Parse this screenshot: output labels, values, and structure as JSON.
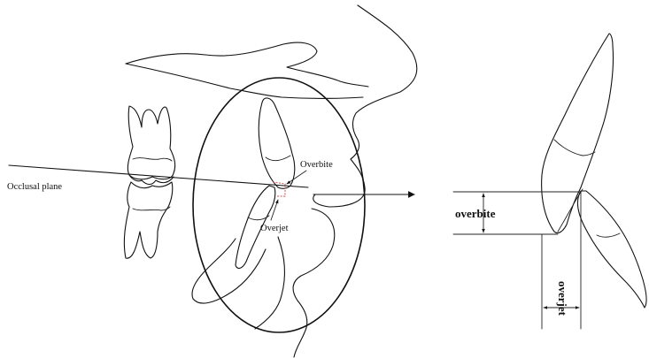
{
  "left_figure": {
    "labels": {
      "occlusal_plane": "Occlusal plane",
      "overbite": "Overbite",
      "overjet": "Overjet"
    }
  },
  "right_figure": {
    "labels": {
      "overbite": "overbite",
      "overjet": "overjet"
    }
  },
  "colors": {
    "line": "#111111",
    "highlight": "#d04a4a",
    "background": "#ffffff"
  }
}
